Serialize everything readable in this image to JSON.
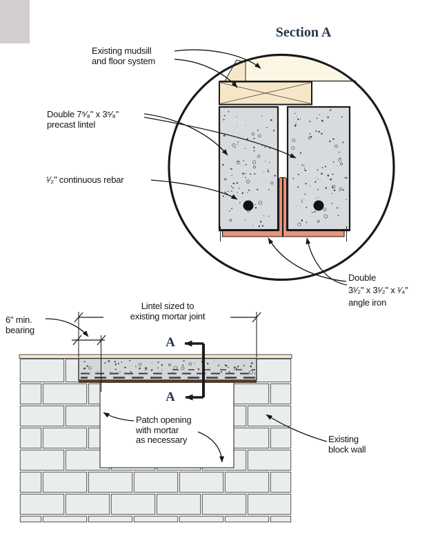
{
  "title": "Section A",
  "detail_labels": {
    "mudsill_line1": "Existing mudsill",
    "mudsill_line2": "and floor system",
    "lintel_line1": "Double 7⁵⁄₈\" x 3⁵⁄₈\"",
    "lintel_line2": "precast lintel",
    "rebar": "¹⁄₂\" continuous rebar",
    "angle_line1": "Double",
    "angle_line2": "3¹⁄₂\" x 3¹⁄₂\" x ¹⁄₄\"",
    "angle_line3": "angle iron"
  },
  "elevation_labels": {
    "dim_line1": "Lintel sized to",
    "dim_line2": "existing mortar joint",
    "bearing_line1": "6\" min.",
    "bearing_line2": "bearing",
    "patch_line1": "Patch opening",
    "patch_line2": "with mortar",
    "patch_line3": "as necessary",
    "wall_line1": "Existing",
    "wall_line2": "block wall",
    "section_marker": "A"
  },
  "colors": {
    "floor_cream": "#fbf7e4",
    "wood_tan": "#f7e7c9",
    "concrete_gray": "#d8dbde",
    "lintel_gray": "#d4d7da",
    "steel_salmon": "#e9957a",
    "block_fill": "#e9edec",
    "mortar_brown": "#523a2b",
    "line_black": "#1a1a1a",
    "navy_text": "#26364e"
  }
}
